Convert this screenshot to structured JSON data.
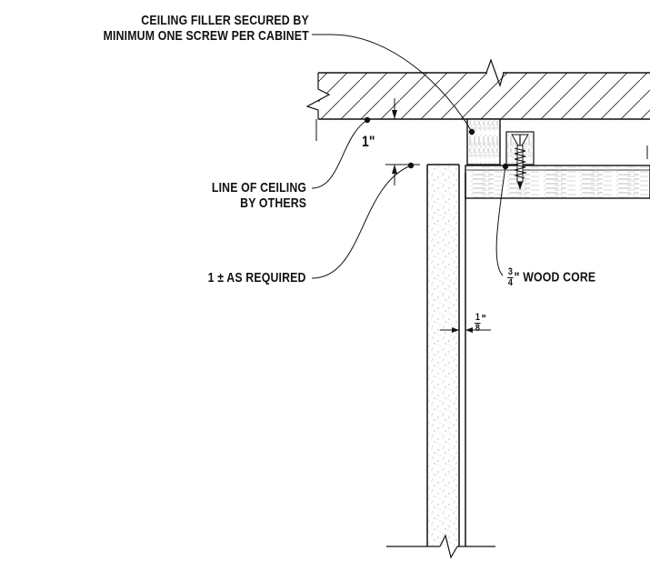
{
  "labels": {
    "ceiling_filler_line1": "CEILING FILLER SECURED BY",
    "ceiling_filler_line2": "MINIMUM ONE SCREW PER CABINET",
    "line_of_ceiling_line1": "LINE OF CEILING",
    "line_of_ceiling_line2": "BY OTHERS",
    "as_required": "1 ± AS REQUIRED",
    "wood_core_num": "3",
    "wood_core_den": "4",
    "wood_core_text": "\" WOOD CORE",
    "dim_one_inch": "1\"",
    "panel_num": "1",
    "panel_den": "8",
    "panel_unit": "\""
  }
}
